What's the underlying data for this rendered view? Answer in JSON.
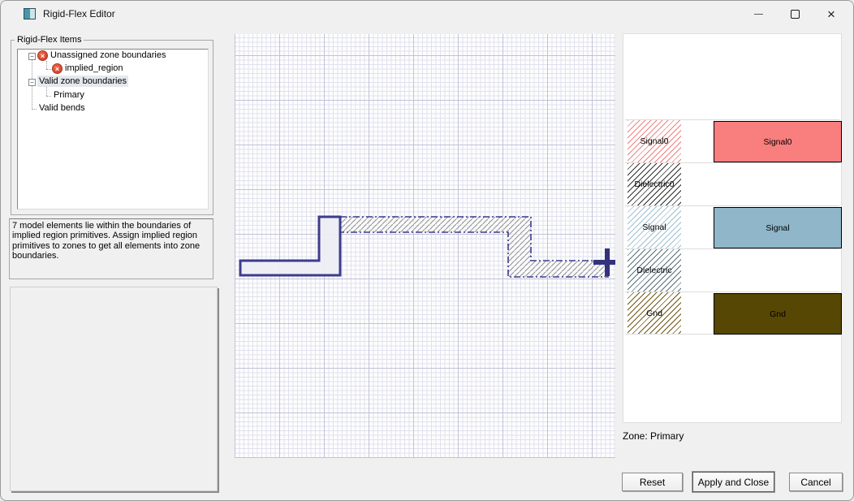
{
  "window": {
    "title": "Rigid-Flex Editor",
    "controls": {
      "minimize": "minimize",
      "maximize": "maximize",
      "close": "×"
    }
  },
  "left_panel": {
    "group_title": "Rigid-Flex Items",
    "tree_items": [
      {
        "label": "Unassigned zone boundaries",
        "icon": "error-icon",
        "expander": "−",
        "indent": 0,
        "selected": false
      },
      {
        "label": "implied_region",
        "icon": "error-icon",
        "indent": 1,
        "selected": false
      },
      {
        "label": "Valid zone boundaries",
        "expander": "−",
        "indent": 0,
        "selected": true
      },
      {
        "label": "Primary",
        "indent": 1,
        "selected": false
      },
      {
        "label": "Valid bends",
        "indent": 0,
        "selected": false
      }
    ],
    "error_icon_glyph": "×",
    "message": "7 model elements lie within the boundaries of implied region primitives.  Assign implied region primitives to zones to get all elements into zone boundaries."
  },
  "stackup": {
    "rows": [
      {
        "name": "Signal0",
        "hatch_color": "#ee8181",
        "has_rect": true,
        "rect_color": "#f97e7e"
      },
      {
        "name": "Dielectric0",
        "hatch_color": "#2f2f2f",
        "has_rect": false
      },
      {
        "name": "Signal",
        "hatch_color": "#a0c0d2",
        "has_rect": true,
        "rect_color": "#90b6c9"
      },
      {
        "name": "Dielectric",
        "hatch_color": "#587078",
        "has_rect": false
      },
      {
        "name": "Gnd",
        "hatch_color": "#6f5716",
        "has_rect": true,
        "rect_color": "#564704"
      }
    ],
    "zone_label": "Zone: Primary"
  },
  "buttons": {
    "reset": "Reset",
    "apply_and_close": "Apply and Close",
    "cancel": "Cancel"
  },
  "colors": {
    "outline": "#3c3c8e",
    "hatch_line": "#8f8f8f",
    "grid_minor": "#e1e1ed",
    "grid_major": "#c2c2d9",
    "selection_bg": "#e4e8ec",
    "error_red": "#d8472e",
    "crosshair": "#32327e"
  }
}
